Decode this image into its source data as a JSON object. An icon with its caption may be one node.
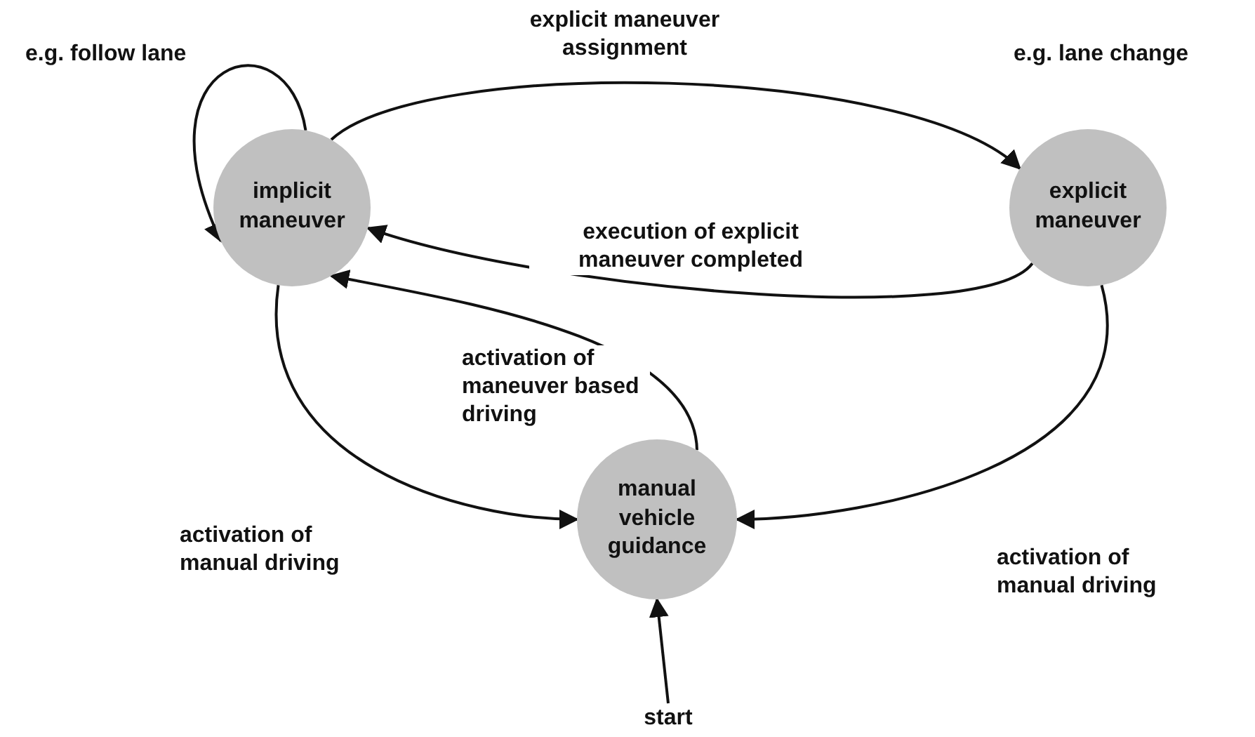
{
  "diagram": {
    "nodes": [
      {
        "text": [
          "implicit maneuver"
        ],
        "beside": [
          "e.g. follow lane"
        ]
      },
      {
        "text": [
          "explicit maneuver"
        ],
        "beside": [
          "e.g. lane change"
        ]
      },
      {
        "text": [
          "manual vehicle guidance"
        ]
      },
      {
        "text": [
          "start"
        ]
      }
    ],
    "edges": [
      {
        "from": 0,
        "to": 0,
        "arrow": "to"
      },
      {
        "from": 0,
        "to": 1,
        "arrow": "to",
        "label": "explicit maneuver assignment"
      },
      {
        "from": 1,
        "to": 0,
        "arrow": "to",
        "label": "execution of explicit maneuver completed"
      },
      {
        "from": 2,
        "to": 0,
        "arrow": "to",
        "label": "activation of maneuver based driving"
      },
      {
        "from": 0,
        "to": 2,
        "arrow": "to",
        "label": "activation of manual driving"
      },
      {
        "from": 1,
        "to": 2,
        "arrow": "to",
        "label": "activation of manual driving"
      },
      {
        "from": 3,
        "to": 2,
        "arrow": "to"
      }
    ]
  }
}
